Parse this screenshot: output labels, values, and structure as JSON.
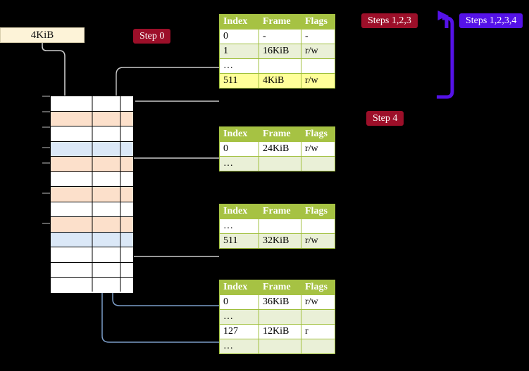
{
  "diagram": {
    "title_badges": {
      "step0": "Step 0",
      "step4": "Step 4",
      "steps123": "Steps 1,2,3",
      "steps1234": "Steps 1,2,3,4"
    },
    "memory_label": "4KiB",
    "colors": {
      "badge_red": "#9c0f29",
      "badge_blue": "#5512e8",
      "table_header": "#a6c243",
      "table_alt_row": "#eaf0d7",
      "highlight": "#ffff99",
      "memory_orange": "#fce0cb",
      "memory_blue": "#dbe8f7",
      "memory_box": "#fdf3d8",
      "connector_gray": "#b9b9b9",
      "connector_blue": "#7b9dc8"
    }
  },
  "memory_grid": {
    "rows": [
      {
        "fill": "white"
      },
      {
        "fill": "orange"
      },
      {
        "fill": "white"
      },
      {
        "fill": "blue"
      },
      {
        "fill": "orange"
      },
      {
        "fill": "white"
      },
      {
        "fill": "orange"
      },
      {
        "fill": "white"
      },
      {
        "fill": "orange"
      },
      {
        "fill": "blue"
      },
      {
        "fill": "white"
      },
      {
        "fill": "white"
      },
      {
        "fill": "white"
      }
    ]
  },
  "tables": [
    {
      "name": "page-table-level-1",
      "headers": [
        "Index",
        "Frame",
        "Flags"
      ],
      "rows": [
        {
          "cells": [
            "0",
            "-",
            "-"
          ],
          "style": "plain"
        },
        {
          "cells": [
            "1",
            "16KiB",
            "r/w"
          ],
          "style": "alt"
        },
        {
          "cells": [
            "…",
            "",
            ""
          ],
          "style": "plain"
        },
        {
          "cells": [
            "511",
            "4KiB",
            "r/w"
          ],
          "style": "hl"
        }
      ]
    },
    {
      "name": "page-table-level-2",
      "headers": [
        "Index",
        "Frame",
        "Flags"
      ],
      "rows": [
        {
          "cells": [
            "0",
            "24KiB",
            "r/w"
          ],
          "style": "plain"
        },
        {
          "cells": [
            "…",
            "",
            ""
          ],
          "style": "alt"
        }
      ]
    },
    {
      "name": "page-table-level-3",
      "headers": [
        "Index",
        "Frame",
        "Flags"
      ],
      "rows": [
        {
          "cells": [
            "…",
            "",
            ""
          ],
          "style": "plain"
        },
        {
          "cells": [
            "511",
            "32KiB",
            "r/w"
          ],
          "style": "alt"
        }
      ]
    },
    {
      "name": "page-table-level-4",
      "headers": [
        "Index",
        "Frame",
        "Flags"
      ],
      "rows": [
        {
          "cells": [
            "0",
            "36KiB",
            "r/w"
          ],
          "style": "plain"
        },
        {
          "cells": [
            "…",
            "",
            ""
          ],
          "style": "alt"
        },
        {
          "cells": [
            "127",
            "12KiB",
            "r"
          ],
          "style": "plain"
        },
        {
          "cells": [
            "…",
            "",
            ""
          ],
          "style": "alt"
        }
      ]
    }
  ]
}
